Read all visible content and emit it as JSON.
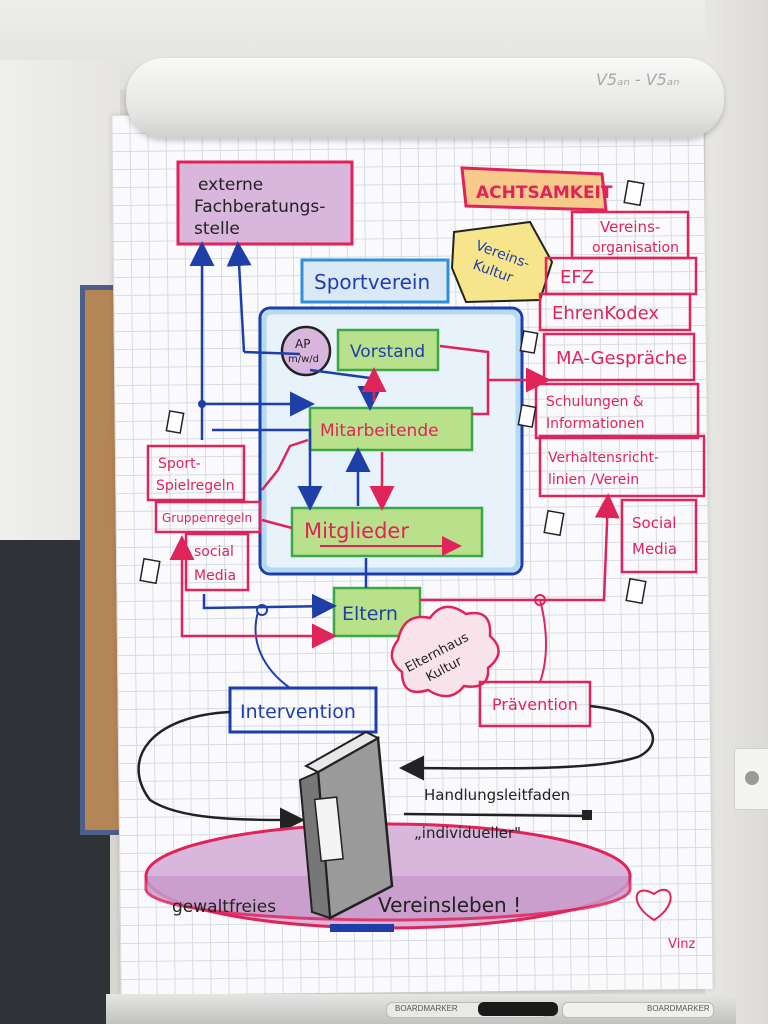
{
  "flipchart": {
    "roll_text": "V5ₐₙ - V5ₐₙ",
    "boxes": {
      "external": [
        "externe",
        "Fachberatungs-",
        "stelle"
      ],
      "achtsamkeit": "ACHTSAMKEIT",
      "vereinskultur": [
        "Vereins-",
        "Kultur"
      ],
      "vereinsorganisation": [
        "Vereins-",
        "organisation"
      ],
      "sportverein": "Sportverein",
      "ap": [
        "AP",
        "m/w/d"
      ],
      "vorstand": "Vorstand",
      "mitarbeitende": "Mitarbeitende",
      "mitglieder": "Mitglieder",
      "eltern": "Eltern",
      "elternhaus_kultur": [
        "Elternhaus",
        "Kultur"
      ],
      "efz": "EFZ",
      "ehrenkodex": "EhrenKodex",
      "ma_gespraeche": "MA-Gespräche",
      "schulungen": [
        "Schulungen &",
        "Informationen"
      ],
      "verhaltensrichtlinien": [
        "Verhaltensricht-",
        "linien /Verein"
      ],
      "social_media_right": [
        "Social",
        "Media"
      ],
      "sport_spielregeln": [
        "Sport-",
        "Spielregeln"
      ],
      "gruppenregeln": "Gruppenregeln",
      "social_media_left": [
        "social",
        "Media"
      ],
      "intervention": "Intervention",
      "praevention": "Prävention",
      "handlungsleitfaden": "Handlungsleitfaden",
      "individueller": "„individueller\"",
      "gewaltfreies": "gewaltfreies",
      "vereinsleben": "Vereinsleben !",
      "signature": "Vinz"
    }
  },
  "tray": {
    "marker_1_label": "BOARDMARKER",
    "marker_2_label": "BOARDMARKER"
  },
  "colors": {
    "pink": "#e0245a",
    "blue": "#1f3fa8",
    "green_fill": "#b9e08a",
    "purple_fill": "#d9b6dc",
    "yellow_fill": "#f6e58a",
    "orange_fill": "#f7c98a"
  }
}
